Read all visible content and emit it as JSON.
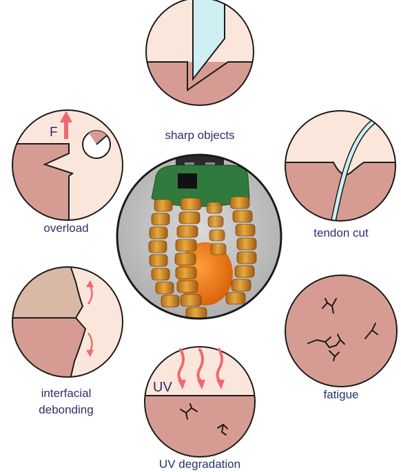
{
  "panels": {
    "sharp_objects": {
      "label": "sharp objects"
    },
    "overload": {
      "label": "overload",
      "force_symbol": "F"
    },
    "tendon_cut": {
      "label": "tendon cut"
    },
    "interfacial_debonding": {
      "label_line1": "interfacial",
      "label_line2": "debonding"
    },
    "fatigue": {
      "label": "fatigue"
    },
    "uv_degradation": {
      "label": "UV degradation",
      "uv_symbol": "UV"
    }
  },
  "center": {
    "subject": "soft robotic gripper holding an orange"
  },
  "colors": {
    "skin": "#fbe6dc",
    "flesh": "#d69c93",
    "outline": "#1a1a1a",
    "blade": "#cdeff2",
    "arrow": "#f0686f",
    "label": "#2b2f6b"
  }
}
